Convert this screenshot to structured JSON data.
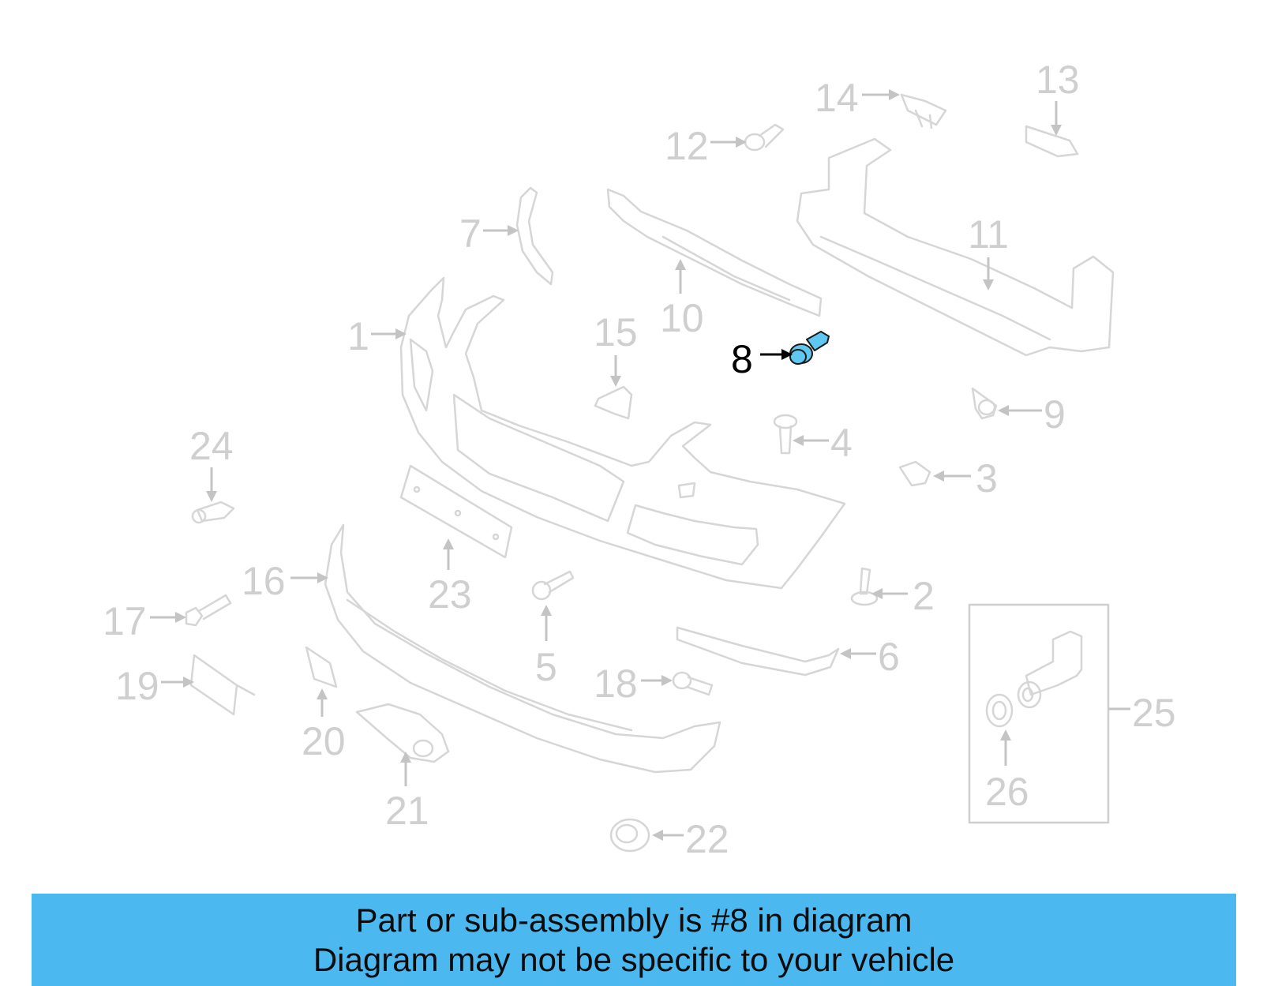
{
  "diagram": {
    "highlighted_part": "8",
    "callouts": [
      "1",
      "2",
      "3",
      "4",
      "5",
      "6",
      "7",
      "8",
      "9",
      "10",
      "11",
      "12",
      "13",
      "14",
      "15",
      "16",
      "17",
      "18",
      "19",
      "20",
      "21",
      "22",
      "23",
      "24",
      "25",
      "26"
    ],
    "colors": {
      "part_outline": "#d6d6d6",
      "label": "#cfcfcf",
      "highlight_fill": "#5fc8f0",
      "highlight_label": "#000000"
    }
  },
  "banner": {
    "line1": "Part or sub-assembly is #8 in diagram",
    "line2": "Diagram may not be specific to your vehicle",
    "background": "#4cb8f0"
  }
}
